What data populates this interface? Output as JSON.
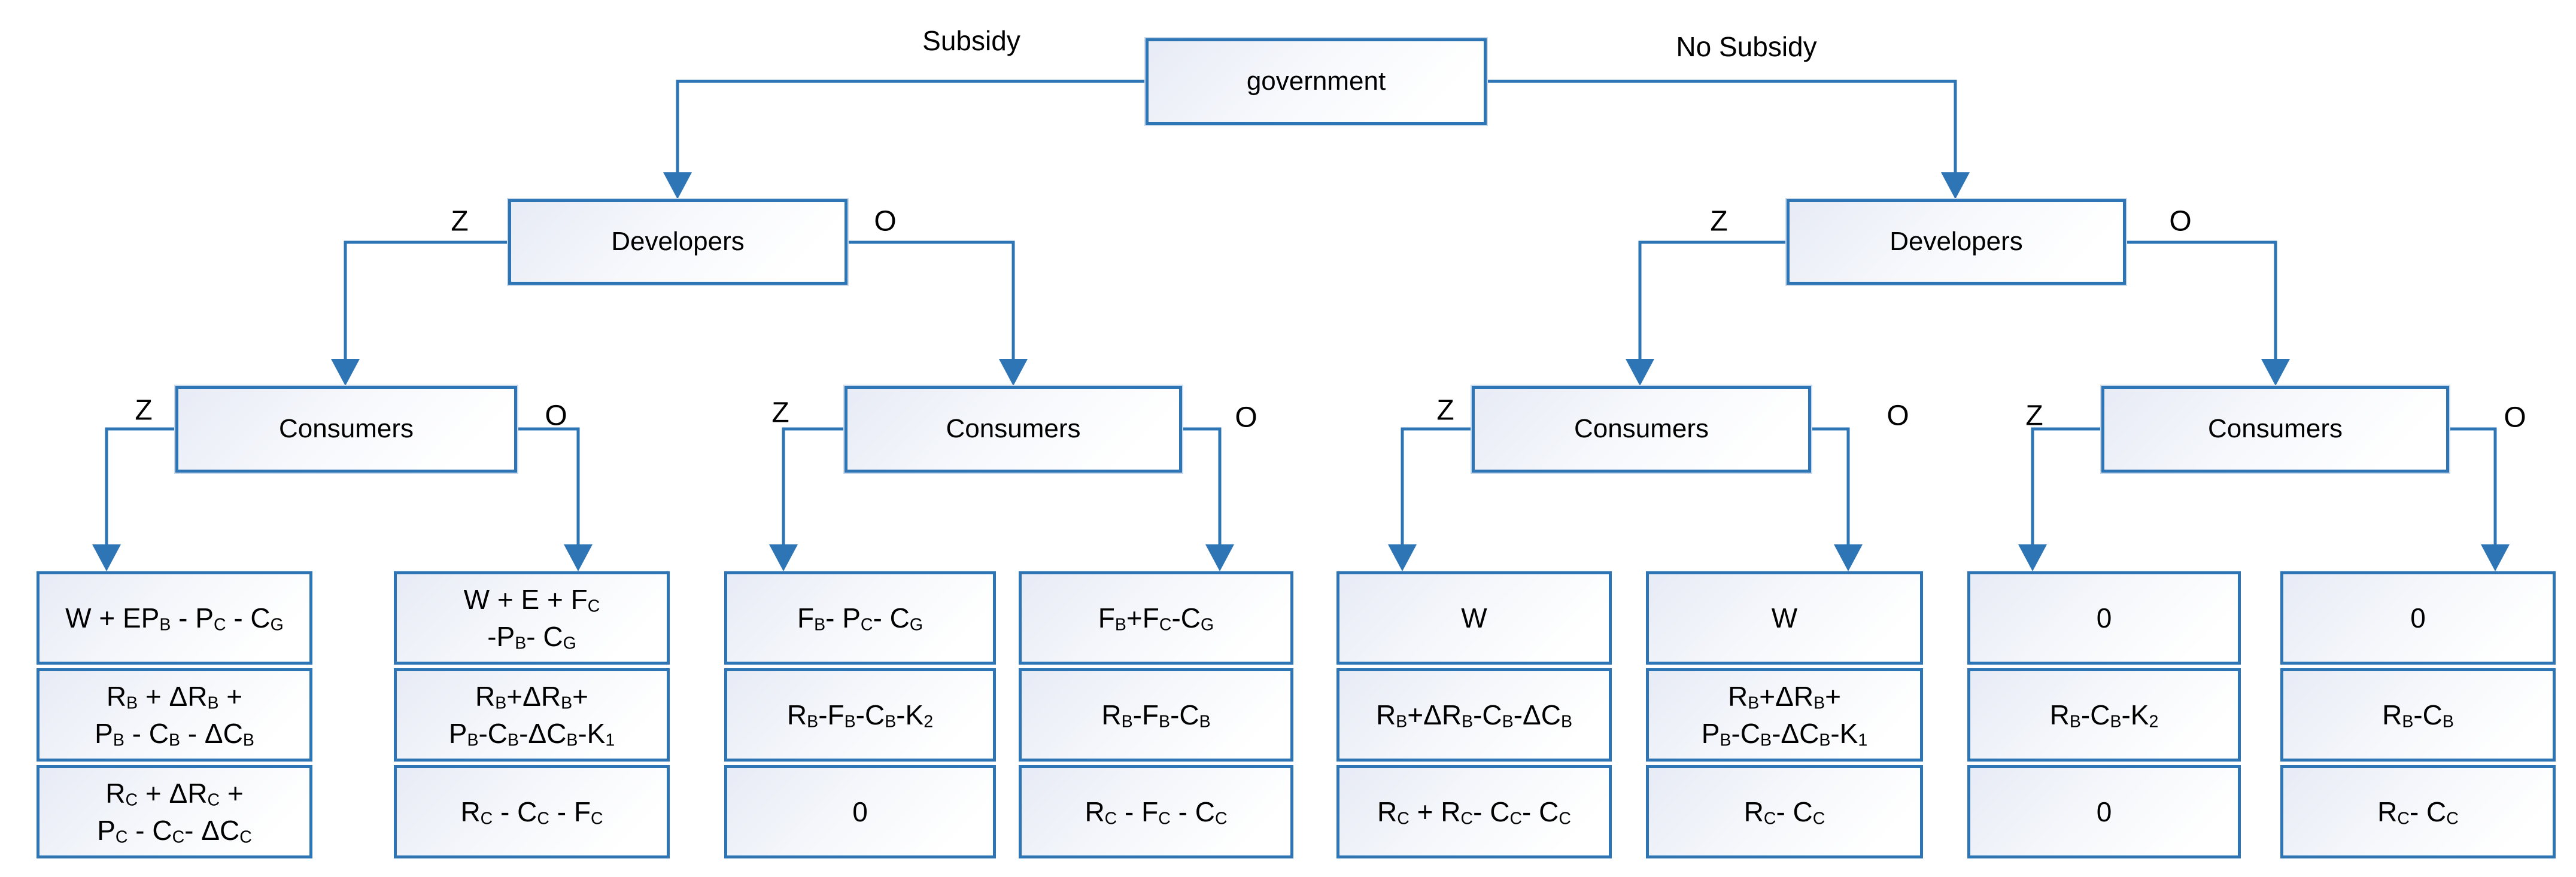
{
  "diagram": {
    "title_hint": "government subsidy game tree",
    "root": {
      "label": "government"
    },
    "branch_labels": {
      "left": "Subsidy",
      "right": "No Subsidy"
    },
    "edge_labels": {
      "z": "Z",
      "o": "O"
    },
    "developers": {
      "left": "Developers",
      "right": "Developers"
    },
    "consumers": [
      "Consumers",
      "Consumers",
      "Consumers",
      "Consumers"
    ],
    "payoffs": [
      {
        "rows": [
          "W + EP_B - P_C - C_G",
          "R_B + ΔR_B +\nP_B - C_B - ΔC_B",
          "R_C + ΔR_C +\nP_C - C_C- ΔC_C"
        ]
      },
      {
        "rows": [
          "W + E + F_C\n-P_B- C_G",
          "R_B+ΔR_B+\nP_B-C_B-ΔC_B-K_1",
          "R_C - C_C - F_C"
        ]
      },
      {
        "rows": [
          "F_B- P_C- C_G",
          "R_B-F_B-C_B-K_2",
          "0"
        ]
      },
      {
        "rows": [
          "F_B+F_C-C_G",
          "R_B-F_B-C_B",
          "R_C - F_C - C_C"
        ]
      },
      {
        "rows": [
          "W",
          "R_B+ΔR_B-C_B-ΔC_B",
          "R_C + R_C- C_C- C_C"
        ]
      },
      {
        "rows": [
          "W",
          "R_B+ΔR_B+\nP_B-C_B-ΔC_B-K_1",
          "R_C- C_C"
        ]
      },
      {
        "rows": [
          "0",
          "R_B-C_B-K_2",
          "0"
        ]
      },
      {
        "rows": [
          "0",
          "R_B-C_B",
          "R_C- C_C"
        ]
      }
    ],
    "colors": {
      "line": "#2e75b6",
      "box_fill_light": "#e7ebf5",
      "text": "#000000"
    }
  }
}
